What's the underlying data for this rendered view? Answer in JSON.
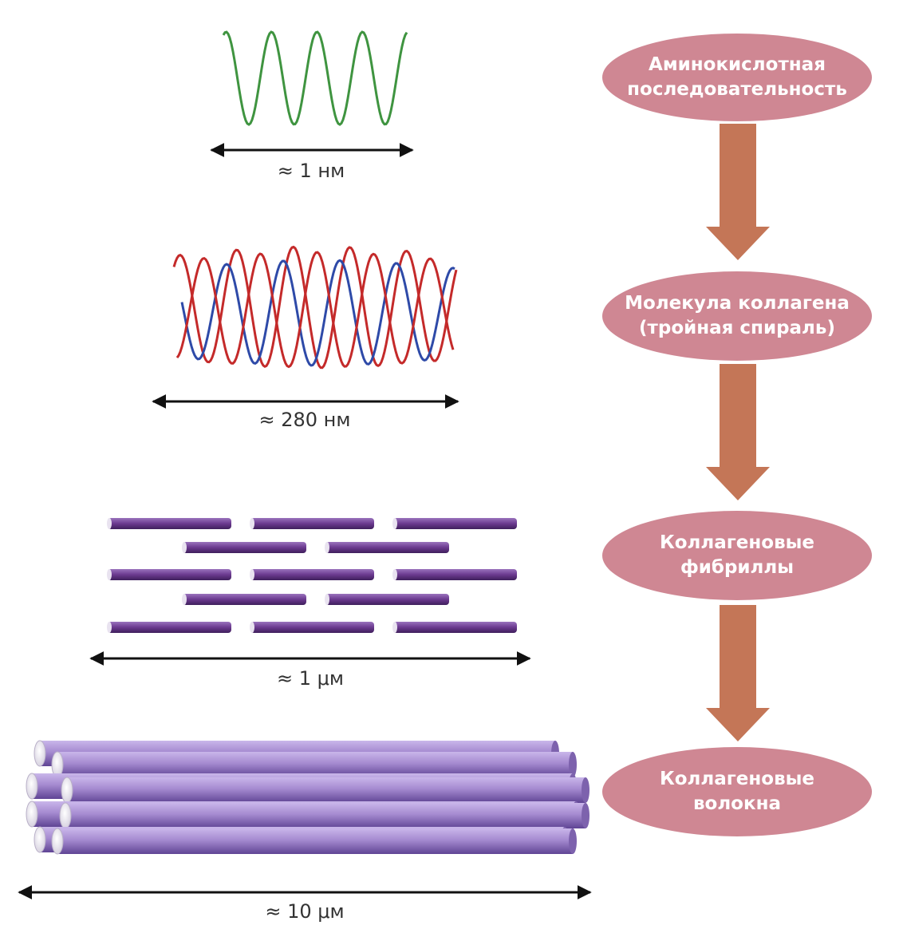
{
  "colors": {
    "primary_chain": "#3f9440",
    "helix_red": "#c42a2a",
    "helix_blue": "#2e4aa8",
    "fibril": "#6b3a8f",
    "fiber": "#a58ad0",
    "stage_bubble": "#cf8793",
    "flow_arrow": "#c47657",
    "scale_arrow": "#111111"
  },
  "levels": [
    {
      "id": "amino",
      "scale_label": "≈ 1 нм",
      "stage_lines": [
        "Аминокислотная",
        "последовательность"
      ]
    },
    {
      "id": "molecule",
      "scale_label": "≈ 280 нм",
      "stage_lines": [
        "Молекула коллагена",
        "(тройная спираль)"
      ]
    },
    {
      "id": "fibril",
      "scale_label": "≈ 1 μм",
      "stage_lines": [
        "Коллагеновые",
        "фибриллы"
      ]
    },
    {
      "id": "fiber",
      "scale_label": "≈ 10 μм",
      "stage_lines": [
        "Коллагеновые",
        "волокна"
      ]
    }
  ]
}
